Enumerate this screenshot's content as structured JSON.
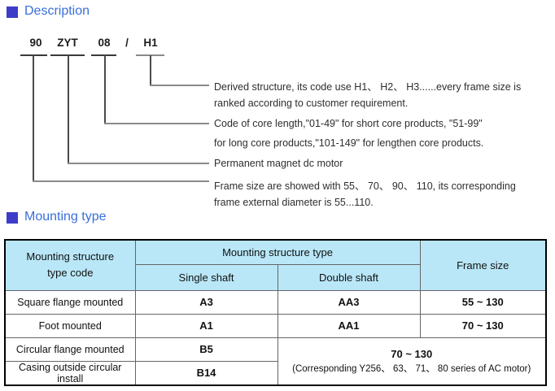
{
  "colors": {
    "accent_square": "#3c3cc8",
    "heading_text": "#3a6fd8",
    "table_header_bg": "#b9e7f8",
    "line_dark": "#3a3a3a",
    "line_gray": "#8a8a8a"
  },
  "description_section": {
    "title": "Description",
    "code_parts": [
      {
        "text": "90"
      },
      {
        "text": "ZYT"
      },
      {
        "text": "08"
      },
      {
        "text": "/"
      },
      {
        "text": "H1"
      }
    ],
    "notes": [
      {
        "line1": "Derived structure, its code use H1、 H2、 H3......every frame size is",
        "line2": "ranked according to customer requirement."
      },
      {
        "line1": "Code of core length,\"01-49\" for short core products, \"51-99\"",
        "line2": "for long core products,\"101-149\" for lengthen core products."
      },
      {
        "line1": "Permanent magnet dc motor"
      },
      {
        "line1": "Frame size are showed with 55、 70、 90、 110, its corresponding",
        "line2": "frame external diameter is 55...110."
      }
    ]
  },
  "mounting_section": {
    "title": "Mounting type",
    "table": {
      "header": {
        "col_code_line1": "Mounting structure",
        "col_code_line2": "type code",
        "group": "Mounting structure type",
        "sub_single": "Single shaft",
        "sub_double": "Double shaft",
        "col_frame": "Frame size"
      },
      "rows": [
        {
          "label": "Square flange mounted",
          "single": "A3",
          "double": "AA3",
          "frame": "55 ~ 130"
        },
        {
          "label": "Foot mounted",
          "single": "A1",
          "double": "AA1",
          "frame": "70 ~ 130"
        },
        {
          "label": "Circular flange mounted",
          "single": "B5"
        },
        {
          "label": "Casing outside circular install",
          "single": "B14"
        }
      ],
      "merged_cell": {
        "line1": "70 ~ 130",
        "line2": "(Corresponding Y256、 63、 71、 80 series of AC motor)"
      }
    }
  }
}
